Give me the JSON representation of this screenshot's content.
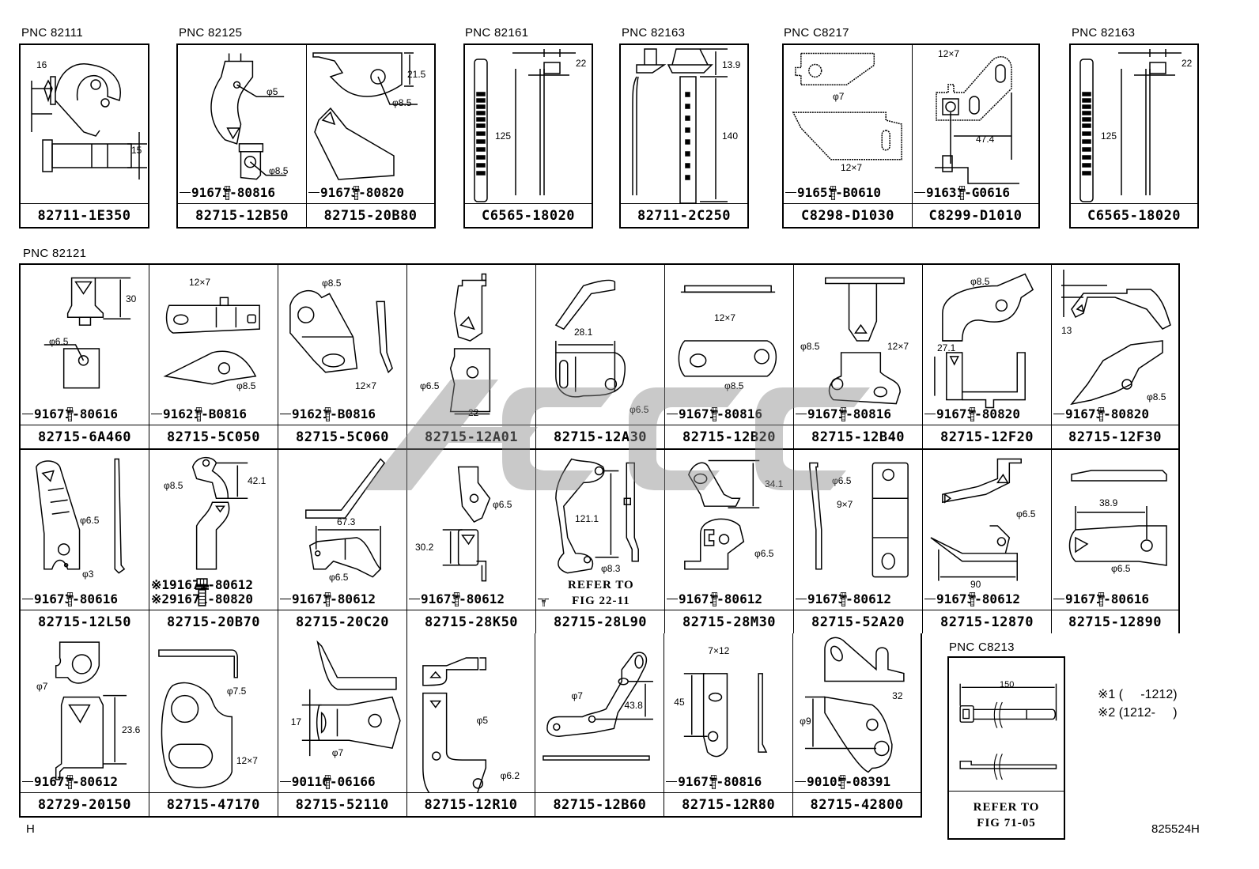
{
  "groups": {
    "g82111": {
      "pnc": "PNC 82111",
      "cells": [
        {
          "part": "82711-1E350",
          "dims": [
            "16",
            "15"
          ]
        }
      ]
    },
    "g82125": {
      "pnc": "PNC 82125",
      "cells": [
        {
          "part": "82715-12B50",
          "bolt": "91671-80816",
          "dims": [
            "φ5",
            "φ8.5"
          ]
        },
        {
          "part": "82715-20B80",
          "bolt": "91673-80820",
          "dims": [
            "21.5",
            "φ8.5"
          ]
        }
      ]
    },
    "g82161": {
      "pnc": "PNC 82161",
      "cells": [
        {
          "part": "C6565-18020",
          "dims": [
            "22",
            "125"
          ]
        }
      ]
    },
    "g82163a": {
      "pnc": "PNC 82163",
      "cells": [
        {
          "part": "82711-2C250",
          "dims": [
            "13.9",
            "140"
          ]
        }
      ]
    },
    "gC8217": {
      "pnc": "PNC C8217",
      "cells": [
        {
          "part": "C8298-D1030",
          "bolt": "91651-B0610",
          "dims": [
            "φ7",
            "12×7"
          ]
        },
        {
          "part": "C8299-D1010",
          "bolt": "91631-G0616",
          "dims": [
            "12×7",
            "47.4"
          ]
        }
      ]
    },
    "g82163b": {
      "pnc": "PNC 82163",
      "cells": [
        {
          "part": "C6565-18020",
          "dims": [
            "22",
            "125"
          ]
        }
      ]
    },
    "g82121": {
      "pnc": "PNC 82121",
      "row1": [
        {
          "part": "82715-6A460",
          "bolt": "91671-80616",
          "dims": [
            "30",
            "φ6.5"
          ]
        },
        {
          "part": "82715-5C050",
          "bolt": "91621-B0816",
          "dims": [
            "12×7",
            "φ8.5"
          ]
        },
        {
          "part": "82715-5C060",
          "bolt": "91621-B0816",
          "dims": [
            "φ8.5",
            "12×7"
          ]
        },
        {
          "part": "82715-12A01",
          "dims": [
            "φ6.5",
            "22"
          ]
        },
        {
          "part": "82715-12A30",
          "dims": [
            "28.1",
            "φ6.5"
          ]
        },
        {
          "part": "82715-12B20",
          "bolt": "91671-80816",
          "dims": [
            "12×7",
            "φ8.5"
          ]
        },
        {
          "part": "82715-12B40",
          "bolt": "91671-80816",
          "dims": [
            "φ8.5",
            "12×7"
          ]
        },
        {
          "part": "82715-12F20",
          "bolt": "91673-80820",
          "dims": [
            "φ8.5",
            "27.1"
          ]
        },
        {
          "part": "82715-12F30",
          "bolt": "91673-80820",
          "dims": [
            "13",
            "φ8.5"
          ]
        }
      ],
      "row2": [
        {
          "part": "82715-12L50",
          "bolt": "91673-80616",
          "dims": [
            "φ6.5",
            "φ3"
          ]
        },
        {
          "part": "82715-20B70",
          "bolt_lines": [
            "※191671-80612",
            "※291671-80820"
          ],
          "dims": [
            "φ8.5",
            "42.1"
          ]
        },
        {
          "part": "82715-20C20",
          "bolt": "91671-80612",
          "dims": [
            "67.3",
            "φ6.5"
          ]
        },
        {
          "part": "82715-28K50",
          "bolt": "91673-80612",
          "dims": [
            "φ6.5",
            "30.2"
          ]
        },
        {
          "part": "82715-28L90",
          "refer": [
            "REFER TO",
            "FIG 22-11"
          ],
          "dims": [
            "121.1",
            "φ8.3"
          ]
        },
        {
          "part": "82715-28M30",
          "bolt": "91671-80612",
          "dims": [
            "34.1",
            "φ6.5"
          ]
        },
        {
          "part": "82715-52A20",
          "bolt": "91673-80612",
          "dims": [
            "φ6.5",
            "9×7"
          ]
        },
        {
          "part": "82715-12870",
          "bolt": "91673-80612",
          "dims": [
            "φ6.5",
            "90"
          ]
        },
        {
          "part": "82715-12890",
          "bolt": "91671-80616",
          "dims": [
            "38.9",
            "φ6.5"
          ]
        }
      ],
      "row3": [
        {
          "part": "82729-20150",
          "bolt": "91673-80612",
          "dims": [
            "φ7",
            "23.6"
          ]
        },
        {
          "part": "82715-47170",
          "dims": [
            "φ7.5",
            "12×7"
          ]
        },
        {
          "part": "82715-52110",
          "bolt": "90116-06166",
          "dims": [
            "17",
            "φ7"
          ]
        },
        {
          "part": "82715-12R10",
          "dims": [
            "φ5",
            "φ6.2"
          ]
        },
        {
          "part": "82715-12B60",
          "dims": [
            "φ7",
            "43.8"
          ]
        },
        {
          "part": "82715-12R80",
          "bolt": "91671-80816",
          "dims": [
            "7×12",
            "45"
          ]
        },
        {
          "part": "82715-42800",
          "bolt": "90105-08391",
          "dims": [
            "φ9",
            "32"
          ]
        }
      ]
    },
    "gC8213": {
      "pnc": "PNC C8213",
      "dims": [
        "150"
      ],
      "refer": [
        "REFER TO",
        "FIG 71-05"
      ]
    }
  },
  "notes": {
    "n1": "※1 (     -1212)",
    "n2": "※2 (1212-     )"
  },
  "footer": {
    "left": "H",
    "right": "825524H"
  },
  "icons": {
    "bolt": "flange-bolt-icon"
  }
}
